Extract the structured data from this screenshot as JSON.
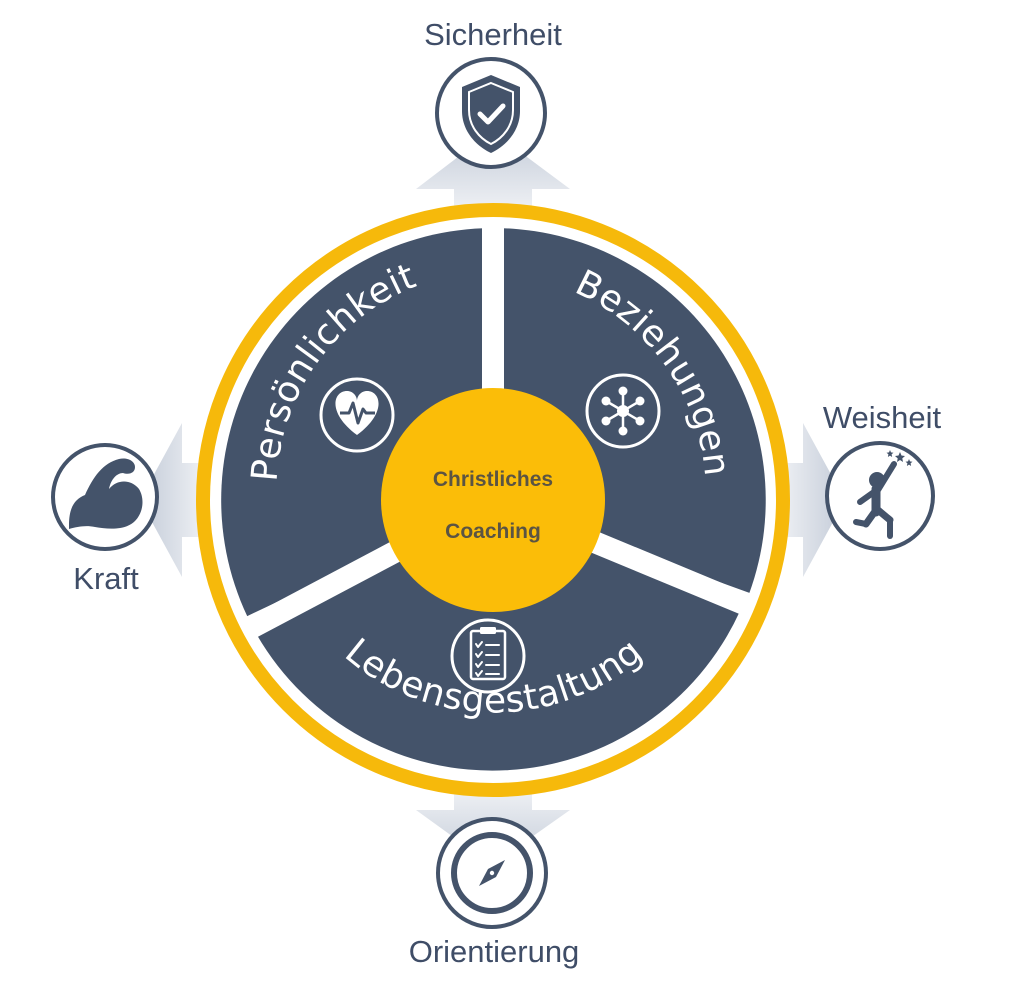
{
  "center": {
    "line1": "Christliches",
    "line2": "Coaching"
  },
  "segments": {
    "top_left": "Persönlichkeit",
    "top_right": "Beziehungen",
    "bottom": "Lebensgestaltung"
  },
  "directions": {
    "top": "Sicherheit",
    "right": "Weisheit",
    "left": "Kraft",
    "bottom": "Orientierung"
  },
  "icons": {
    "top": "shield-check-icon",
    "right": "reaching-person-icon",
    "left": "flexed-arm-icon",
    "bottom": "compass-icon",
    "top_left": "heart-pulse-icon",
    "top_right": "network-icon",
    "bottom_segment": "checklist-icon"
  },
  "colors": {
    "segment": "#44536a",
    "ring": "#f6b90b",
    "center": "#fbbd08",
    "arrow": "#c8d0dc",
    "text_dark": "#3f4d67",
    "icon_outline": "#44536a"
  }
}
